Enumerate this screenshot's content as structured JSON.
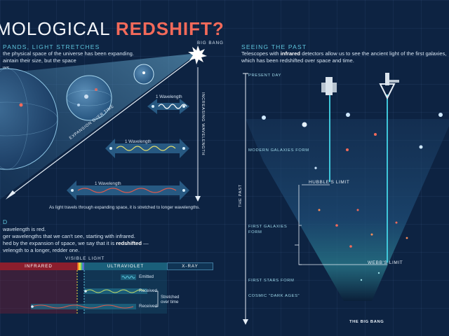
{
  "header": {
    "title_plain": "MOLOGICAL ",
    "title_accent": "REDSHIFT?"
  },
  "left": {
    "section_heading": "PANDS, LIGHT STRETCHES",
    "intro_lines": [
      "the physical space of the universe has been expanding.",
      "aintain their size, but the space",
      "ws."
    ],
    "big_bang_label": "BIG BANG",
    "expansion_label": "EXPANSION OVER TIME",
    "increasing_wavelength": "INCREASING WAVELENGTH",
    "wavelength_labels": [
      "1 Wavelength",
      "1 Wavelength",
      "1 Wavelength"
    ],
    "caption": "As light travels through expanding space, it is stretched to longer wavelengths.",
    "lower_heading": "D",
    "lower_lines": [
      "wavelength is red.",
      "ger wavelengths that we can't see, starting with infrared.",
      "hed by the expansion of space, we say that it is ",
      "velength to a longer, redder one."
    ],
    "lower_bold": "redshifted",
    "lower_tail": " —",
    "visible_light": "VISIBLE LIGHT",
    "spectrum": [
      "INFRARED",
      "ULTRAVIOLET",
      "X-RAY"
    ],
    "emitted": "Emitted",
    "received": [
      "Received",
      "Received"
    ],
    "stretched_over_time": [
      "Stretched",
      "over time"
    ]
  },
  "right": {
    "section_heading": "SEEING THE PAST",
    "intro_line1_pre": "Telescopes with ",
    "intro_line1_bold": "infrared",
    "intro_line1_post": " detectors allow us to see the ancient light of the first galaxies,",
    "intro_line2": "which has been redshifted over space and time.",
    "timeline": {
      "present_day": "PRESENT DAY",
      "modern_galaxies": "MODERN GALAXIES FORM",
      "first_galaxies": [
        "FIRST GALAXIES",
        "FORM"
      ],
      "first_stars": "FIRST STARS FORM",
      "dark_ages": "COSMIC \"DARK AGES\"",
      "the_past": "THE PAST"
    },
    "hubble_limit": "HUBBLE'S LIMIT",
    "webb_limit": "WEBB'S LIMIT",
    "big_bang_bottom": "THE BIG BANG"
  },
  "colors": {
    "background": "#0d2342",
    "accent_red": "#f36a5a",
    "accent_cyan": "#5fc6dd",
    "infrared": "#8b1e2d",
    "ultraviolet": "#1a5f7a",
    "xray": "#103454"
  }
}
